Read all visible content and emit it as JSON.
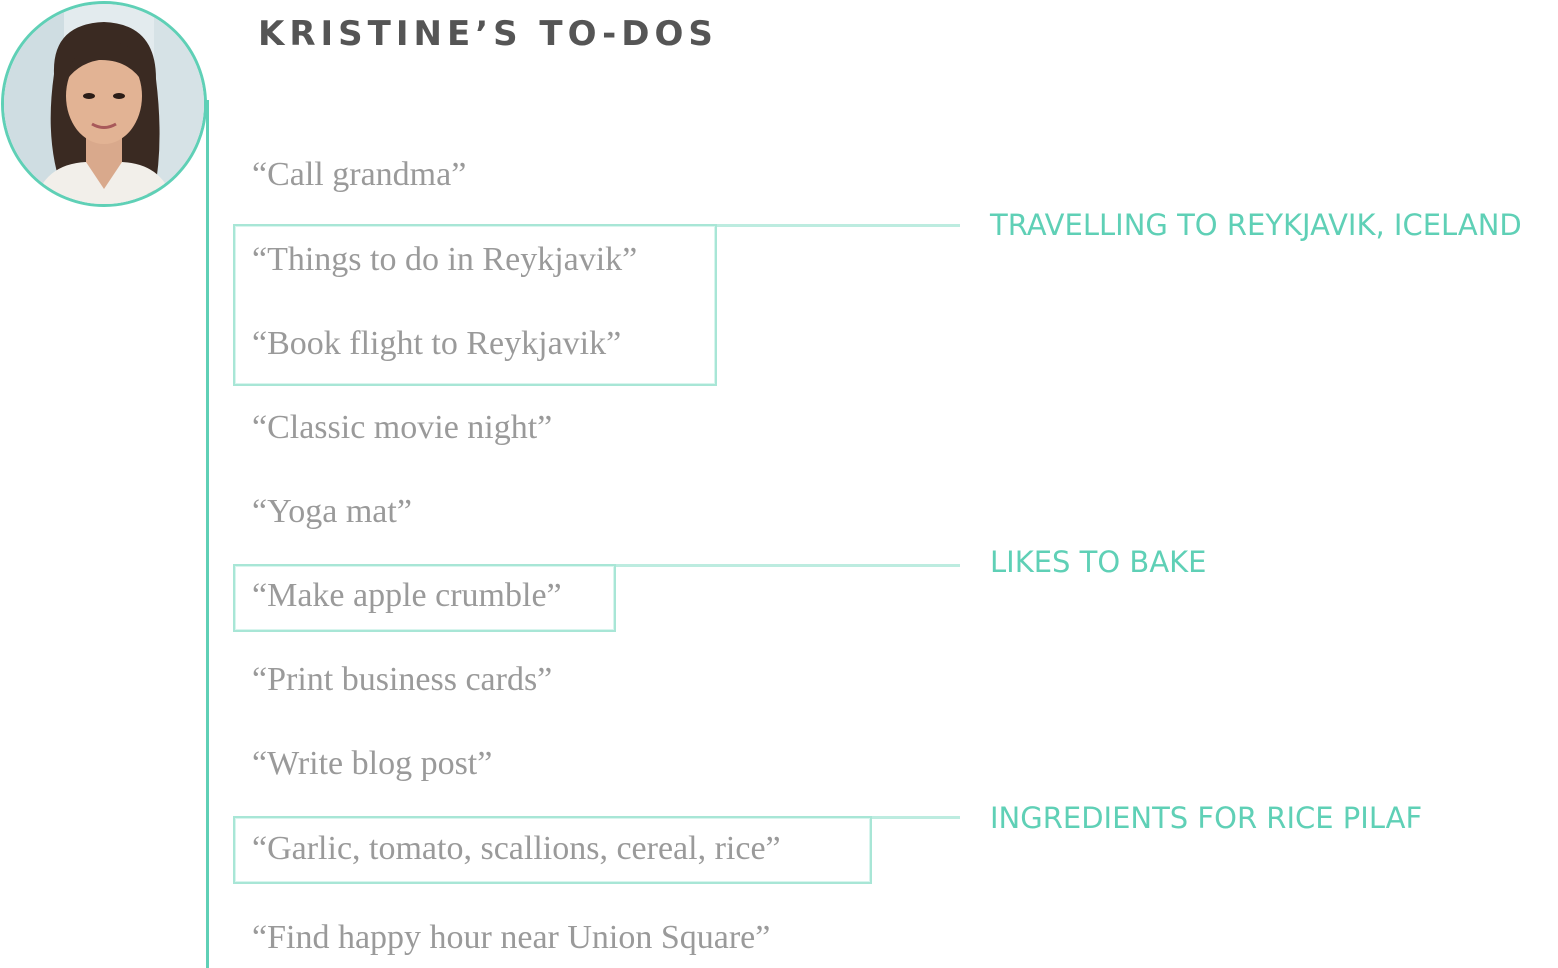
{
  "header": {
    "title": "KRISTINE’S TO-DOS"
  },
  "avatar": {
    "icon": "person-avatar-photo"
  },
  "todos": [
    "“Call grandma”",
    "“Things to do in Reykjavik”",
    "“Book flight to Reykjavik”",
    "“Classic movie night”",
    "“Yoga mat”",
    "“Make apple crumble”",
    "“Print business cards”",
    "“Write blog post”",
    "“Garlic, tomato, scallions, cereal, rice”",
    "“Find happy hour near Union Square”"
  ],
  "tags": [
    "TRAVELLING TO REYKJAVIK, ICELAND",
    "LIKES TO BAKE",
    "INGREDIENTS FOR RICE PILAF"
  ],
  "colors": {
    "accent": "#5fd0b6",
    "box_border": "#a8e6d6",
    "title_text": "#555555",
    "todo_text": "#9a9a9a"
  }
}
